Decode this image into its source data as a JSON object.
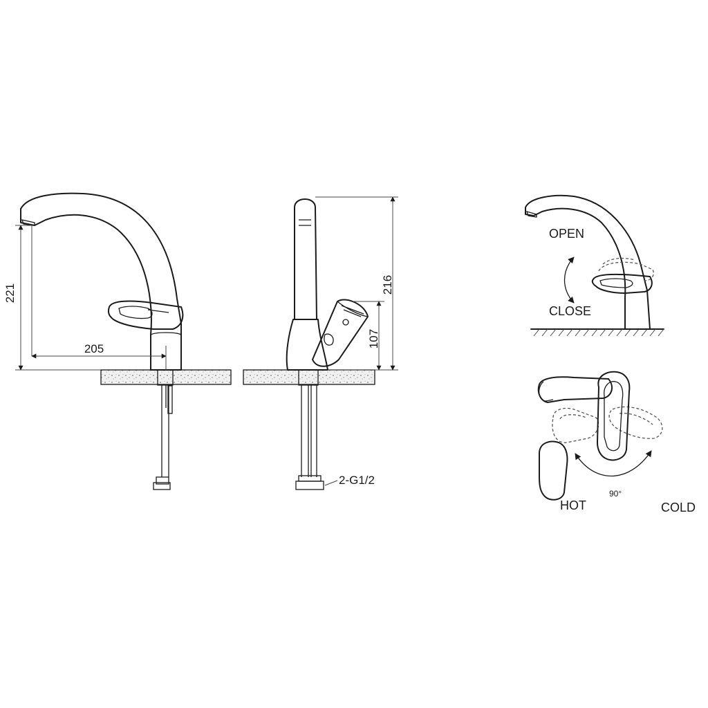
{
  "dimensions": {
    "front_height": "221",
    "front_reach": "205",
    "side_height": "216",
    "side_lever_height": "107",
    "connection": "2-G1/2"
  },
  "operation": {
    "open": "OPEN",
    "close": "CLOSE",
    "hot": "HOT",
    "cold": "COLD",
    "angle": "90°"
  }
}
